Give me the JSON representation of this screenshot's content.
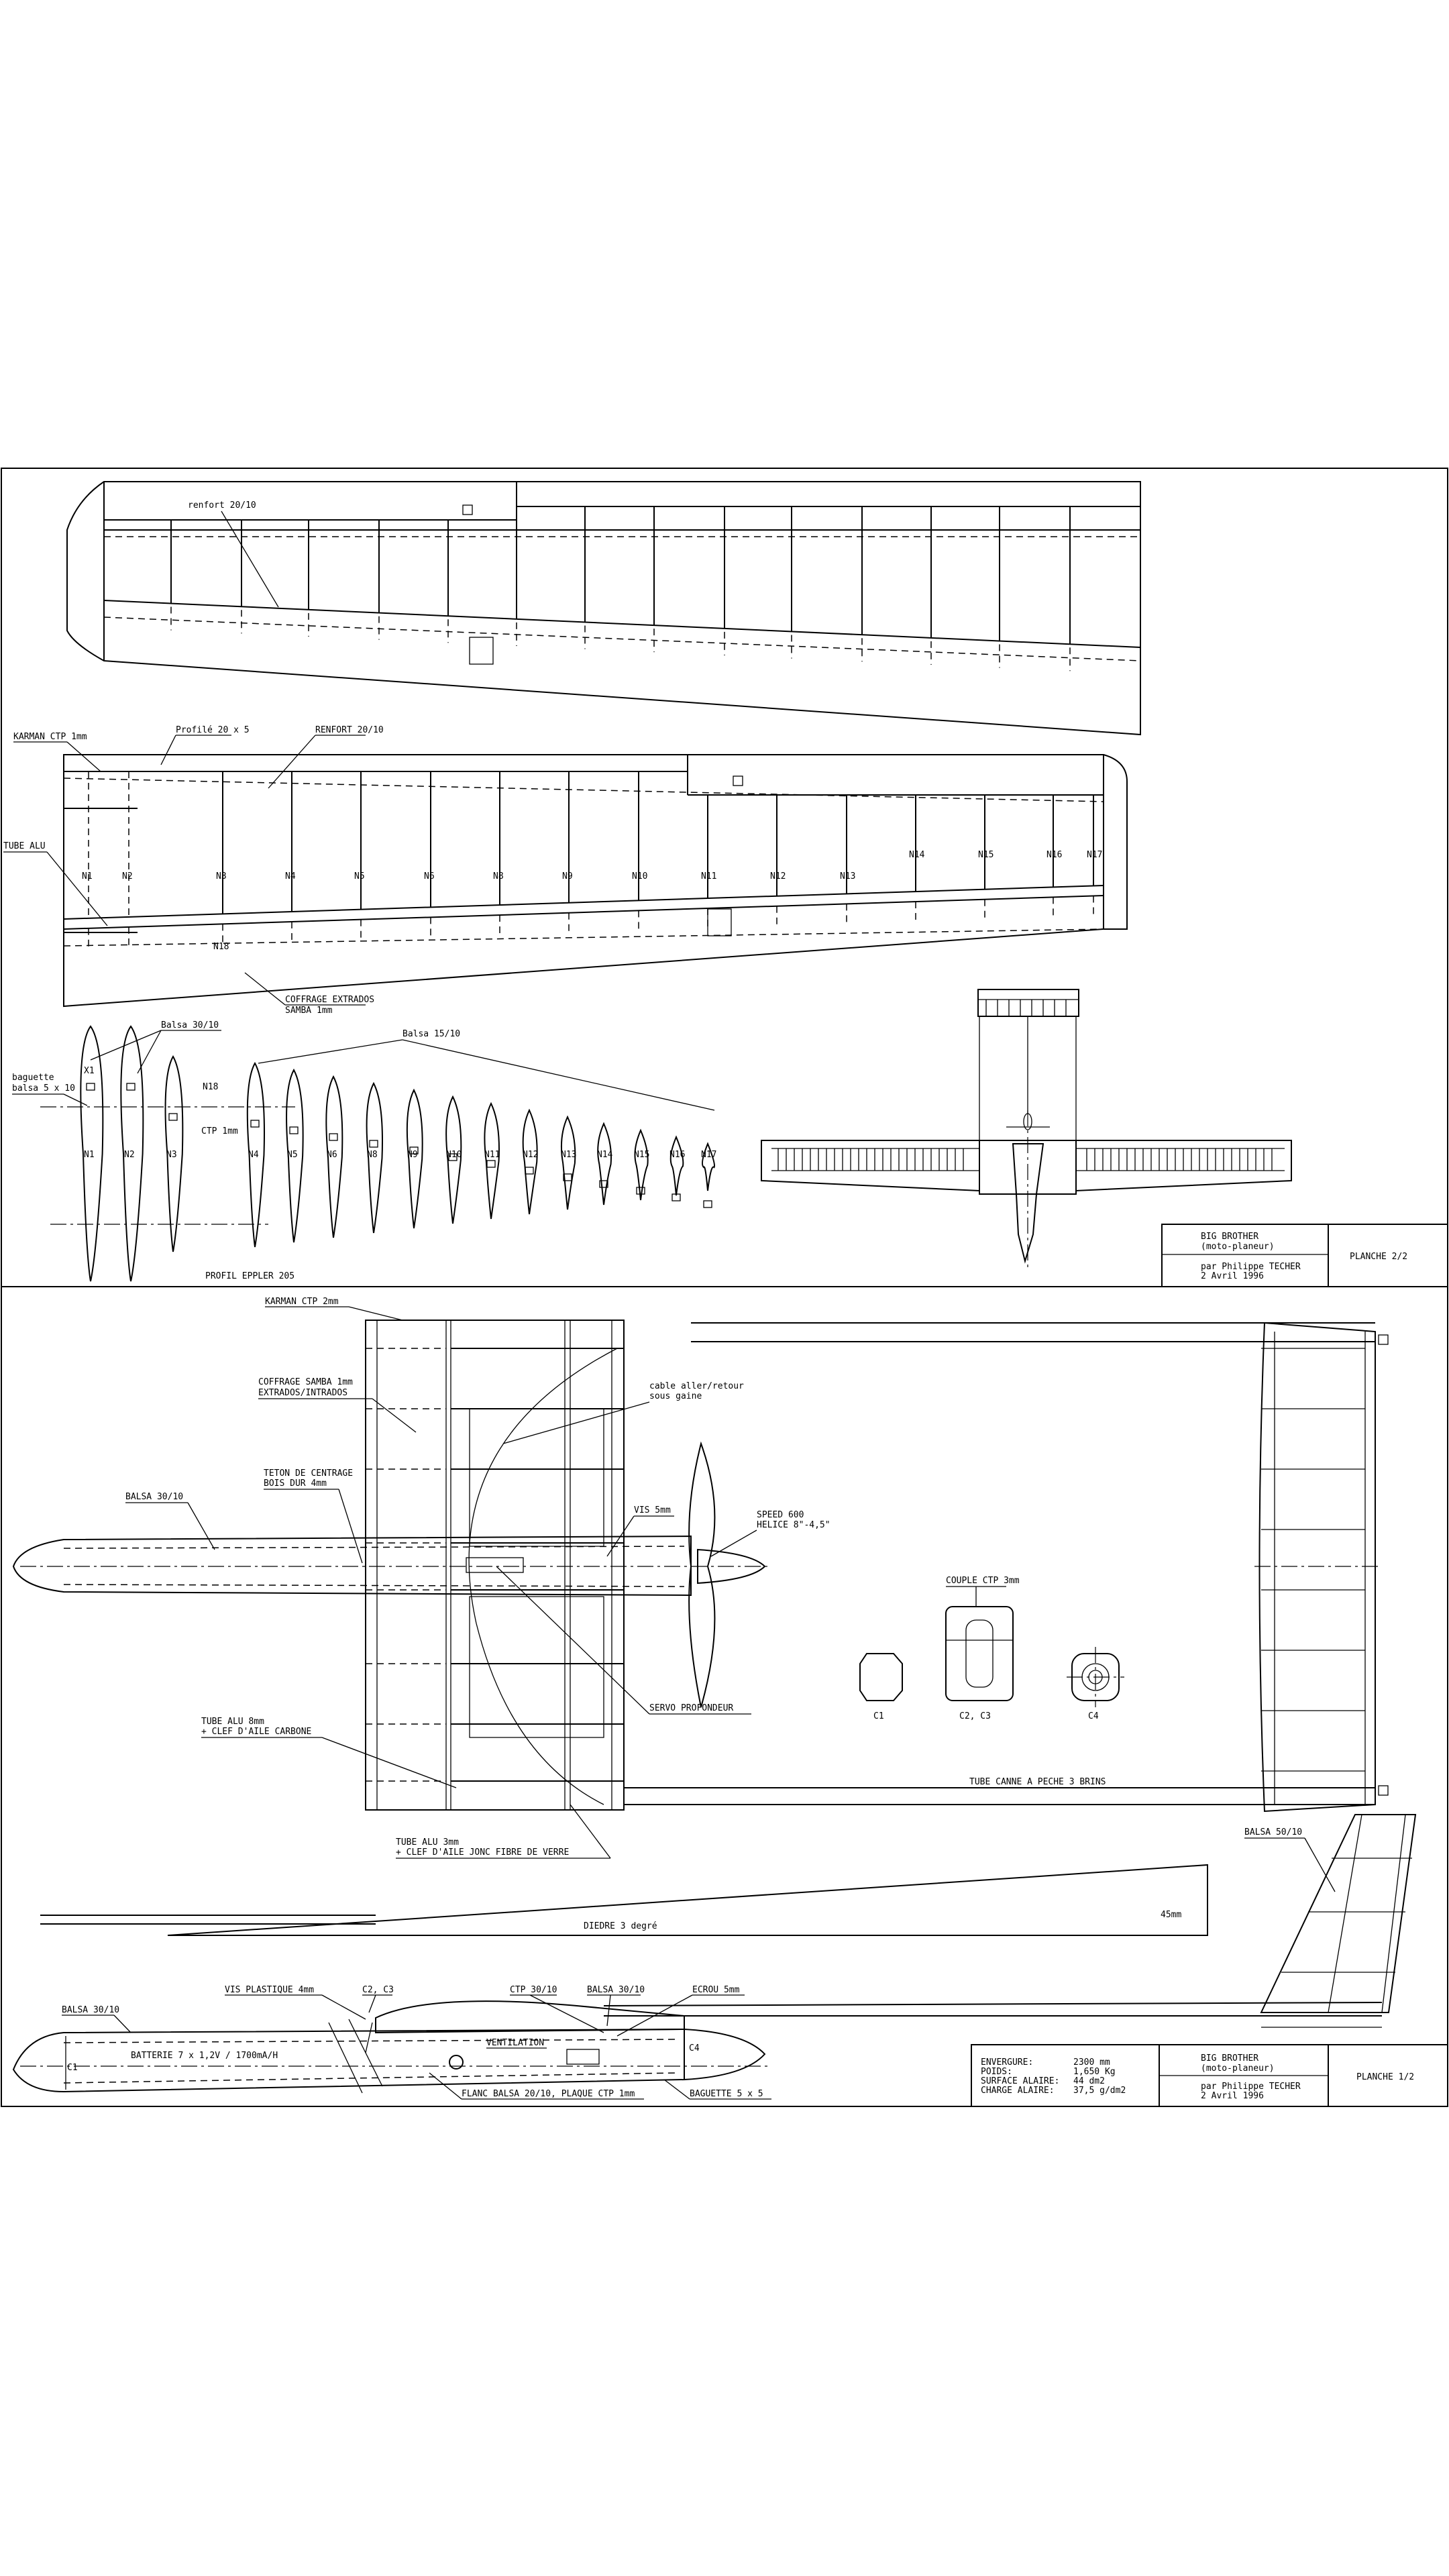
{
  "sheet1": {
    "labels": {
      "renfort_top": "renfort 20/10",
      "karman": "KARMAN CTP 1mm",
      "profile": "Profilé 20 x 5",
      "renfort": "RENFORT 20/10",
      "tube_alu": "TUBE ALU",
      "coffrage": "COFFRAGE EXTRADOS",
      "coffrage2": "SAMBA 1mm",
      "balsa3010": "Balsa 30/10",
      "balsa1510": "Balsa 15/10",
      "baguette": "baguette",
      "baguette2": "balsa 5 x 10",
      "ctp1mm": "CTP 1mm",
      "profil": "PROFIL  EPPLER 205",
      "x1": "X1",
      "n18": "N18"
    },
    "wing_ribs": [
      "N1",
      "N2",
      "N3",
      "N4",
      "N5",
      "N6",
      "N8",
      "N9",
      "N10",
      "N11",
      "N12",
      "N13",
      "N14",
      "N15",
      "N16",
      "N17"
    ],
    "profile_ribs": [
      "N1",
      "N2",
      "N3",
      "N4",
      "N5",
      "N6",
      "N8",
      "N9",
      "N10",
      "N11",
      "N12",
      "N13",
      "N14",
      "N15",
      "N16",
      "N17"
    ],
    "title_block": {
      "name": "BIG  BROTHER",
      "type": "(moto-planeur)",
      "author": "par  Philippe TECHER",
      "date": "2 Avril 1996",
      "sheet": "PLANCHE  2/2"
    }
  },
  "sheet2": {
    "labels": {
      "karman": "KARMAN CTP 2mm",
      "coffrage1": "COFFRAGE SAMBA 1mm",
      "coffrage2": "EXTRADOS/INTRADOS",
      "cable1": "cable aller/retour",
      "cable2": "sous gaine",
      "teton1": "TETON DE CENTRAGE",
      "teton2": "BOIS DUR 4mm",
      "balsa3010": "BALSA 30/10",
      "vis5": "VIS 5mm",
      "speed1": "SPEED 600",
      "speed2": "HELICE 8\"-4,5\"",
      "couple": "COUPLE CTP 3mm",
      "servo": "SERVO PROFONDEUR",
      "tube8_1": "TUBE ALU 8mm",
      "tube8_2": "+ CLEF D'AILE CARBONE",
      "canne": "TUBE CANNE A PECHE 3 BRINS",
      "tube3_1": "TUBE ALU 3mm",
      "tube3_2": "+ CLEF D'AILE JONC FIBRE DE VERRE",
      "balsa5010": "BALSA 50/10",
      "diedre": "DIEDRE 3 degré",
      "mm45": "45mm",
      "c1": "C1",
      "c23": "C2, C3",
      "c4": "C4",
      "balsa3010_side": "BALSA 30/10",
      "vis_plast": "VIS PLASTIQUE 4mm",
      "c23_side": "C2, C3",
      "ctp3010": "CTP 30/10",
      "balsa3010_b": "BALSA 30/10",
      "ecrou": "ECROU 5mm",
      "ventilation": "VENTILATION",
      "batterie": "BATTERIE 7 x 1,2V / 1700mA/H",
      "flanc": "FLANC BALSA 20/10, PLAQUE CTP 1mm",
      "baguette55": "BAGUETTE 5 x 5",
      "c1_side": "C1",
      "c4_side": "C4"
    },
    "specs": [
      {
        "k": "ENVERGURE:",
        "v": "2300 mm"
      },
      {
        "k": "POIDS:",
        "v": "1,650 Kg"
      },
      {
        "k": "SURFACE ALAIRE:",
        "v": "44 dm2"
      },
      {
        "k": "CHARGE ALAIRE:",
        "v": "37,5 g/dm2"
      }
    ],
    "title_block": {
      "name": "BIG  BROTHER",
      "type": "(moto-planeur)",
      "author": "par  Philippe TECHER",
      "date": "2 Avril 1996",
      "sheet": "PLANCHE  1/2"
    }
  }
}
